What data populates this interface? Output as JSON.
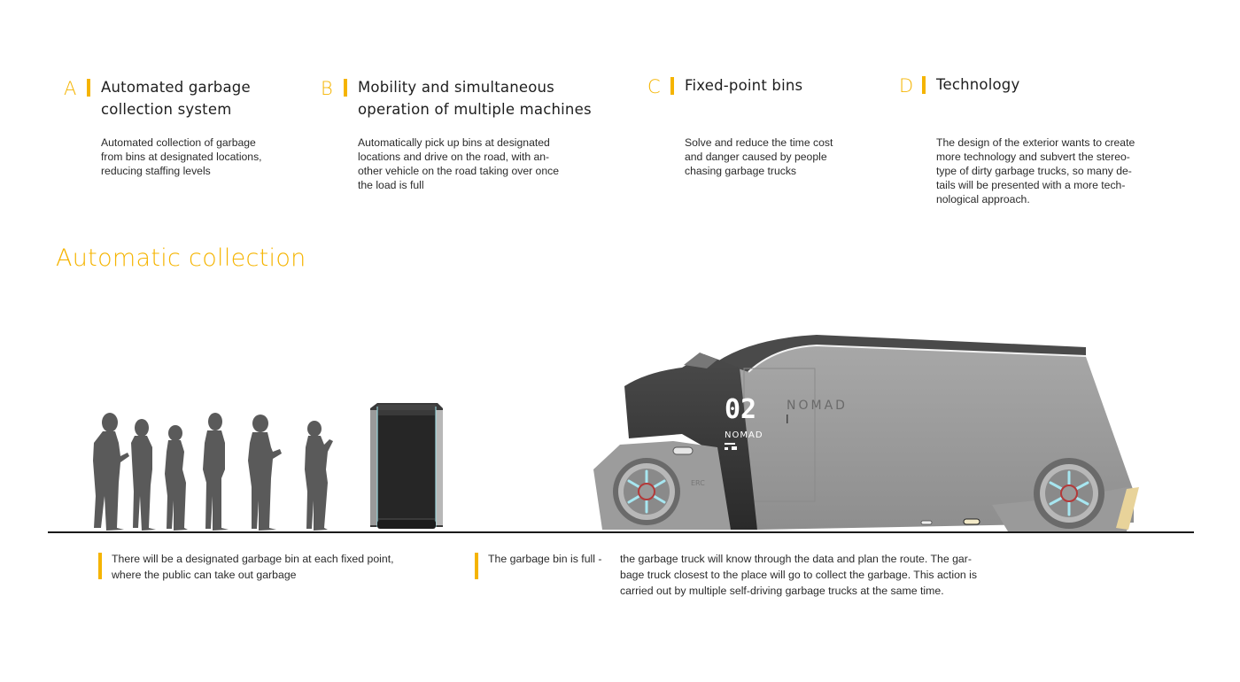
{
  "accent_color": "#f5b400",
  "features": [
    {
      "letter": "A",
      "title": "Automated garbage\ncollection system",
      "description": "Automated collection of garbage\nfrom bins at designated locations,\nreducing staffing levels"
    },
    {
      "letter": "B",
      "title": "Mobility and simultaneous\noperation of multiple machines",
      "description": "Automatically pick up bins at designated\nlocations and drive on the road, with an-\nother vehicle on the road taking over once\nthe load is full"
    },
    {
      "letter": "C",
      "title": "Fixed-point bins",
      "description": "Solve and reduce the time cost\nand danger caused by people\nchasing garbage trucks"
    },
    {
      "letter": "D",
      "title": "Technology",
      "description": "The design of the exterior wants to create\nmore technology and subvert the stereo-\ntype of dirty garbage trucks, so many de-\ntails will be presented with a more tech-\nnological approach."
    }
  ],
  "section_title": "Automatic collection",
  "illustration": {
    "people_count": 6,
    "truck": {
      "number": "02",
      "brand": "NOMAD",
      "side_badge": "NOMAD",
      "wheel_badge": "ERC"
    }
  },
  "captions": {
    "left": "There will be a designated garbage bin at each fixed point,\nwhere the public can take out garbage",
    "middle_lead": "The garbage bin is full -",
    "middle_body": "the garbage truck will know through the data and plan the route. The gar-\nbage truck closest to the place will go to collect the garbage. This action is\ncarried out by multiple self-driving garbage trucks at the same time."
  }
}
